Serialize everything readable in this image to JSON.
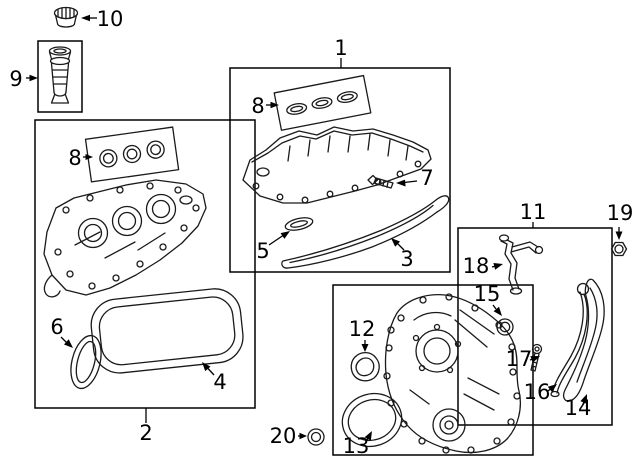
{
  "diagram": {
    "background_color": "#ffffff",
    "line_color": "#1a1a1a",
    "box_color": "#000000",
    "label_color": "#000000",
    "callouts": {
      "c1": "1",
      "c2": "2",
      "c3": "3",
      "c4": "4",
      "c5": "5",
      "c6": "6",
      "c7": "7",
      "c8": "8",
      "c9": "9",
      "c10": "10",
      "c11": "11",
      "c12": "12",
      "c13": "13",
      "c14": "14",
      "c15": "15",
      "c16": "16",
      "c17": "17",
      "c18": "18",
      "c19": "19",
      "c20": "20"
    }
  }
}
